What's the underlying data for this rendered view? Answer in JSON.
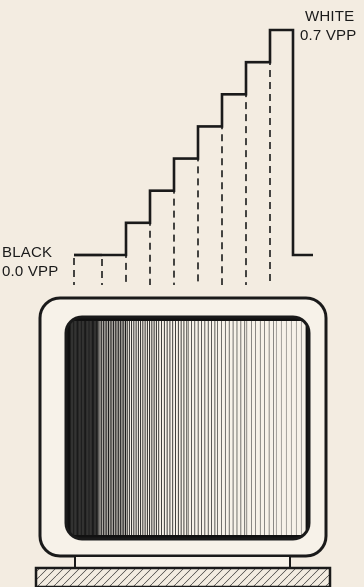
{
  "diagram": {
    "labels": {
      "black_name": "BLACK",
      "black_level": "0.0 VPP",
      "white_name": "WHITE",
      "white_level": "0.7 VPP"
    },
    "waveform": {
      "step_count": 8,
      "levels_vpp": [
        0.0,
        0.1,
        0.2,
        0.3,
        0.4,
        0.5,
        0.6,
        0.7
      ]
    },
    "screen_bars": {
      "count": 8,
      "shading": [
        "darkest",
        "dark",
        "dark-gray",
        "gray",
        "mid-gray",
        "light-gray",
        "lighter",
        "lightest"
      ]
    },
    "colors": {
      "ink": "#1a1a1a",
      "paper": "#f3ece1"
    }
  }
}
